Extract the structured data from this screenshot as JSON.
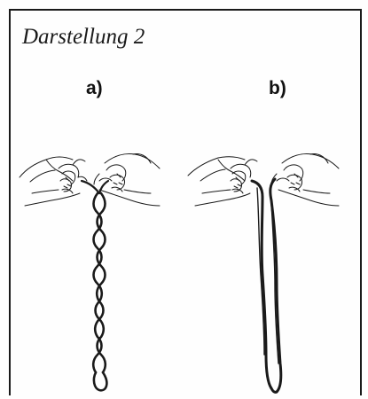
{
  "figure": {
    "title": "Darstellung 2",
    "panels": [
      {
        "label": "a)"
      },
      {
        "label": "b)"
      }
    ]
  },
  "colors": {
    "ink": "#1a1a1a",
    "background": "#fefefe"
  }
}
